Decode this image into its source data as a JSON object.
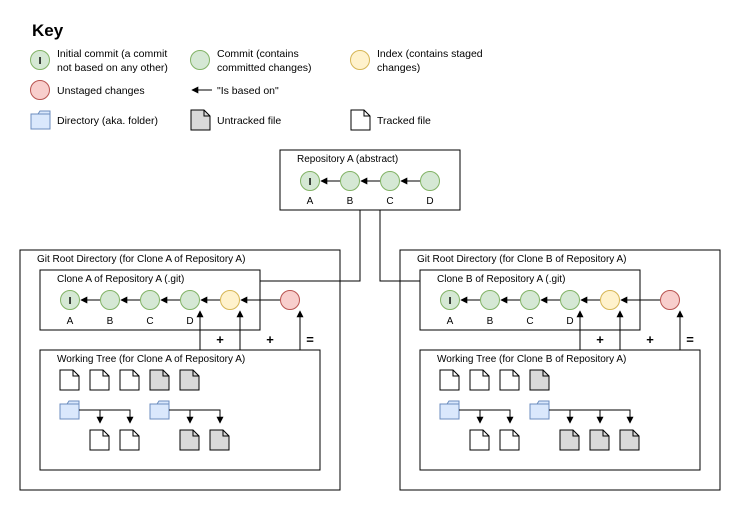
{
  "key": {
    "title": "Key",
    "initial_commit": [
      "Initial commit (a commit",
      "not based on any other)"
    ],
    "commit": [
      "Commit (contains",
      "committed changes)"
    ],
    "index": [
      "Index (contains staged",
      "changes)"
    ],
    "unstaged": "Unstaged changes",
    "based_on": "\"Is based on\"",
    "directory": "Directory (aka. folder)",
    "untracked": "Untracked file",
    "tracked": "Tracked file",
    "initial_glyph": "I"
  },
  "repo_a": {
    "title": "Repository A (abstract)",
    "commits": [
      "A",
      "B",
      "C",
      "D"
    ]
  },
  "clone_a": {
    "root_title": "Git Root Directory (for Clone A of Repository A)",
    "git_title": "Clone A of Repository A (.git)",
    "working_tree_title": "Working Tree (for Clone A of Repository A)",
    "commits": [
      "A",
      "B",
      "C",
      "D"
    ]
  },
  "clone_b": {
    "root_title": "Git Root Directory (for Clone B of Repository A)",
    "git_title": "Clone B of Repository A (.git)",
    "working_tree_title": "Working Tree (for Clone B of Repository A)",
    "commits": [
      "A",
      "B",
      "C",
      "D"
    ]
  },
  "operators": {
    "plus": "+",
    "equals": "="
  },
  "colors": {
    "commit_fill": "#d5e8d4",
    "commit_stroke": "#82b366",
    "index_fill": "#fff2cc",
    "index_stroke": "#d6b656",
    "unstaged_fill": "#f8cecc",
    "unstaged_stroke": "#b85450",
    "folder_fill": "#dae8fc",
    "folder_stroke": "#6c8ebf",
    "untracked_fill": "#d9d9d9"
  }
}
